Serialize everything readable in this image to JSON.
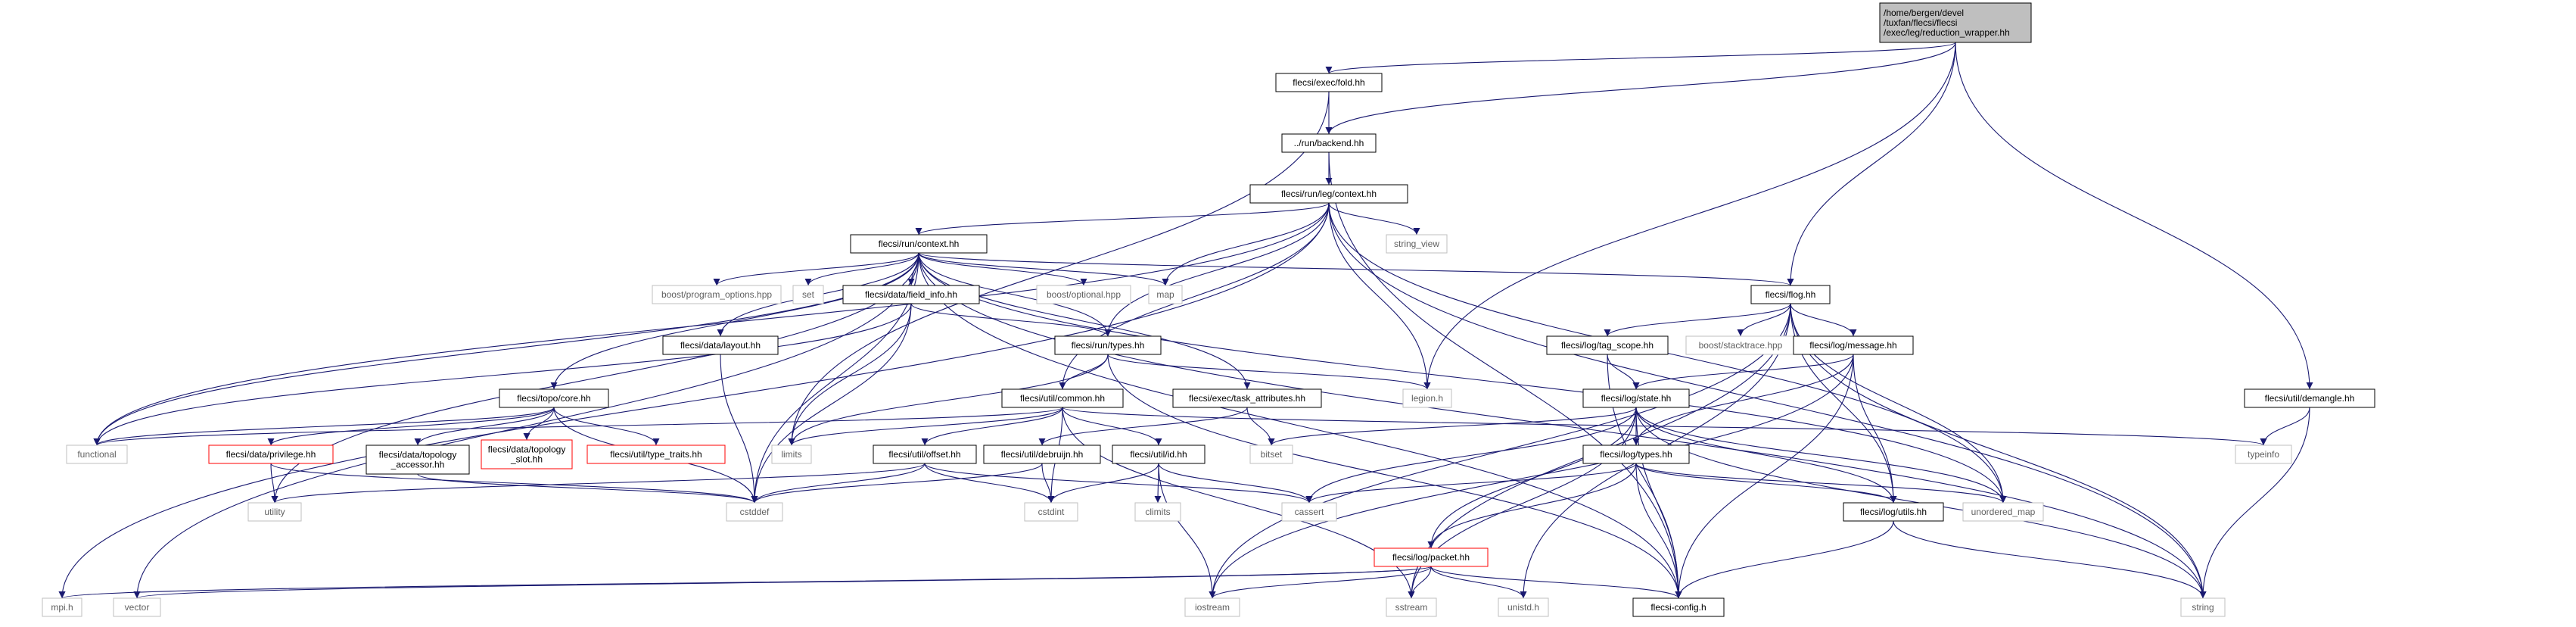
{
  "colors": {
    "edge": "#191970",
    "normal_border": "#000000",
    "missing_border": "#bfbfbf",
    "missing_text": "#606060",
    "truncated_border": "#ff0000",
    "root_fill": "#bfbfbf"
  },
  "nodes": [
    {
      "id": "root",
      "label": [
        "/home/bergen/devel",
        "/tuxfan/flecsi/flecsi",
        "/exec/leg/reduction_wrapper.hh"
      ],
      "kind": "root"
    },
    {
      "id": "fold",
      "label": [
        "flecsi/exec/fold.hh"
      ],
      "kind": "normal"
    },
    {
      "id": "backend",
      "label": [
        "../run/backend.hh"
      ],
      "kind": "normal"
    },
    {
      "id": "legctx",
      "label": [
        "flecsi/run/leg/context.hh"
      ],
      "kind": "normal"
    },
    {
      "id": "string_view",
      "label": [
        "string_view"
      ],
      "kind": "system"
    },
    {
      "id": "runctx",
      "label": [
        "flecsi/run/context.hh"
      ],
      "kind": "normal"
    },
    {
      "id": "boost_po",
      "label": [
        "boost/program_options.hpp"
      ],
      "kind": "system"
    },
    {
      "id": "set",
      "label": [
        "set"
      ],
      "kind": "system"
    },
    {
      "id": "field_info",
      "label": [
        "flecsi/data/field_info.hh"
      ],
      "kind": "normal"
    },
    {
      "id": "boost_opt",
      "label": [
        "boost/optional.hpp"
      ],
      "kind": "system"
    },
    {
      "id": "map",
      "label": [
        "map"
      ],
      "kind": "system"
    },
    {
      "id": "flog",
      "label": [
        "flecsi/flog.hh"
      ],
      "kind": "normal"
    },
    {
      "id": "layout",
      "label": [
        "flecsi/data/layout.hh"
      ],
      "kind": "normal"
    },
    {
      "id": "runtypes",
      "label": [
        "flecsi/run/types.hh"
      ],
      "kind": "normal"
    },
    {
      "id": "taskattr",
      "label": [
        "flecsi/exec/task_attributes.hh"
      ],
      "kind": "normal"
    },
    {
      "id": "legion",
      "label": [
        "legion.h"
      ],
      "kind": "system"
    },
    {
      "id": "tagscope",
      "label": [
        "flecsi/log/tag_scope.hh"
      ],
      "kind": "normal"
    },
    {
      "id": "stacktrace",
      "label": [
        "boost/stacktrace.hpp"
      ],
      "kind": "system"
    },
    {
      "id": "message",
      "label": [
        "flecsi/log/message.hh"
      ],
      "kind": "normal"
    },
    {
      "id": "demangle",
      "label": [
        "flecsi/util/demangle.hh"
      ],
      "kind": "normal"
    },
    {
      "id": "topocore",
      "label": [
        "flecsi/topo/core.hh"
      ],
      "kind": "normal"
    },
    {
      "id": "common",
      "label": [
        "flecsi/util/common.hh"
      ],
      "kind": "normal"
    },
    {
      "id": "state",
      "label": [
        "flecsi/log/state.hh"
      ],
      "kind": "normal"
    },
    {
      "id": "functional",
      "label": [
        "functional"
      ],
      "kind": "system"
    },
    {
      "id": "privilege",
      "label": [
        "flecsi/data/privilege.hh"
      ],
      "kind": "truncated"
    },
    {
      "id": "topoacc",
      "label": [
        "flecsi/data/topology",
        "_accessor.hh"
      ],
      "kind": "normal"
    },
    {
      "id": "toposlot",
      "label": [
        "flecsi/data/topology",
        "_slot.hh"
      ],
      "kind": "truncated"
    },
    {
      "id": "typetraits",
      "label": [
        "flecsi/util/type_traits.hh"
      ],
      "kind": "truncated"
    },
    {
      "id": "limits",
      "label": [
        "limits"
      ],
      "kind": "system"
    },
    {
      "id": "offset",
      "label": [
        "flecsi/util/offset.hh"
      ],
      "kind": "normal"
    },
    {
      "id": "debruijn",
      "label": [
        "flecsi/util/debruijn.hh"
      ],
      "kind": "normal"
    },
    {
      "id": "utilid",
      "label": [
        "flecsi/util/id.hh"
      ],
      "kind": "normal"
    },
    {
      "id": "bitset",
      "label": [
        "bitset"
      ],
      "kind": "system"
    },
    {
      "id": "logtypes",
      "label": [
        "flecsi/log/types.hh"
      ],
      "kind": "normal"
    },
    {
      "id": "typeinfo",
      "label": [
        "typeinfo"
      ],
      "kind": "system"
    },
    {
      "id": "utility",
      "label": [
        "utility"
      ],
      "kind": "system"
    },
    {
      "id": "cstddef",
      "label": [
        "cstddef"
      ],
      "kind": "system"
    },
    {
      "id": "cstdint",
      "label": [
        "cstdint"
      ],
      "kind": "system"
    },
    {
      "id": "climits",
      "label": [
        "climits"
      ],
      "kind": "system"
    },
    {
      "id": "cassert",
      "label": [
        "cassert"
      ],
      "kind": "system"
    },
    {
      "id": "logutils",
      "label": [
        "flecsi/log/utils.hh"
      ],
      "kind": "normal"
    },
    {
      "id": "unordered_map",
      "label": [
        "unordered_map"
      ],
      "kind": "system"
    },
    {
      "id": "packet",
      "label": [
        "flecsi/log/packet.hh"
      ],
      "kind": "truncated"
    },
    {
      "id": "mpi",
      "label": [
        "mpi.h"
      ],
      "kind": "system"
    },
    {
      "id": "vector",
      "label": [
        "vector"
      ],
      "kind": "system"
    },
    {
      "id": "iostream",
      "label": [
        "iostream"
      ],
      "kind": "system"
    },
    {
      "id": "sstream",
      "label": [
        "sstream"
      ],
      "kind": "system"
    },
    {
      "id": "unistd",
      "label": [
        "unistd.h"
      ],
      "kind": "system"
    },
    {
      "id": "config",
      "label": [
        "flecsi-config.h"
      ],
      "kind": "normal"
    },
    {
      "id": "string",
      "label": [
        "string"
      ],
      "kind": "system"
    }
  ],
  "edges": [
    [
      "root",
      "fold"
    ],
    [
      "root",
      "backend"
    ],
    [
      "root",
      "legion"
    ],
    [
      "root",
      "flog"
    ],
    [
      "root",
      "demangle"
    ],
    [
      "fold",
      "backend"
    ],
    [
      "fold",
      "limits"
    ],
    [
      "backend",
      "legctx"
    ],
    [
      "backend",
      "config"
    ],
    [
      "legctx",
      "runctx"
    ],
    [
      "legctx",
      "string_view"
    ],
    [
      "legctx",
      "map"
    ],
    [
      "legctx",
      "runtypes"
    ],
    [
      "legctx",
      "common"
    ],
    [
      "legctx",
      "legion"
    ],
    [
      "legctx",
      "mpi"
    ],
    [
      "legctx",
      "functional"
    ],
    [
      "legctx",
      "string"
    ],
    [
      "legctx",
      "unordered_map"
    ],
    [
      "runctx",
      "boost_po"
    ],
    [
      "runctx",
      "set"
    ],
    [
      "runctx",
      "field_info"
    ],
    [
      "runctx",
      "boost_opt"
    ],
    [
      "runctx",
      "map"
    ],
    [
      "runctx",
      "flog"
    ],
    [
      "runctx",
      "layout"
    ],
    [
      "runctx",
      "runtypes"
    ],
    [
      "runctx",
      "taskattr"
    ],
    [
      "runctx",
      "topocore"
    ],
    [
      "runctx",
      "functional"
    ],
    [
      "runctx",
      "cstddef"
    ],
    [
      "runctx",
      "vector"
    ],
    [
      "runctx",
      "utility"
    ],
    [
      "runctx",
      "config"
    ],
    [
      "runctx",
      "unordered_map"
    ],
    [
      "runctx",
      "string"
    ],
    [
      "field_info",
      "runtypes"
    ],
    [
      "field_info",
      "limits"
    ],
    [
      "field_info",
      "cstddef"
    ],
    [
      "field_info",
      "functional"
    ],
    [
      "flog",
      "tagscope"
    ],
    [
      "flog",
      "stacktrace"
    ],
    [
      "flog",
      "message"
    ],
    [
      "flog",
      "logutils"
    ],
    [
      "flog",
      "iostream"
    ],
    [
      "flog",
      "sstream"
    ],
    [
      "flog",
      "string"
    ],
    [
      "flog",
      "unordered_map"
    ],
    [
      "flog",
      "unistd"
    ],
    [
      "layout",
      "cstddef"
    ],
    [
      "runtypes",
      "common"
    ],
    [
      "runtypes",
      "legion"
    ],
    [
      "runtypes",
      "limits"
    ],
    [
      "runtypes",
      "config"
    ],
    [
      "taskattr",
      "bitset"
    ],
    [
      "taskattr",
      "debruijn"
    ],
    [
      "tagscope",
      "state"
    ],
    [
      "tagscope",
      "config"
    ],
    [
      "message",
      "state"
    ],
    [
      "message",
      "logtypes"
    ],
    [
      "message",
      "logutils"
    ],
    [
      "message",
      "config"
    ],
    [
      "message",
      "iostream"
    ],
    [
      "demangle",
      "typeinfo"
    ],
    [
      "demangle",
      "string"
    ],
    [
      "topocore",
      "privilege"
    ],
    [
      "topocore",
      "topoacc"
    ],
    [
      "topocore",
      "toposlot"
    ],
    [
      "topocore",
      "typetraits"
    ],
    [
      "topocore",
      "functional"
    ],
    [
      "topocore",
      "cstddef"
    ],
    [
      "common",
      "offset"
    ],
    [
      "common",
      "utilid"
    ],
    [
      "common",
      "limits"
    ],
    [
      "common",
      "functional"
    ],
    [
      "common",
      "cstdint"
    ],
    [
      "common",
      "sstream"
    ],
    [
      "common",
      "typeinfo"
    ],
    [
      "state",
      "logtypes"
    ],
    [
      "state",
      "packet"
    ],
    [
      "state",
      "logutils"
    ],
    [
      "state",
      "bitset"
    ],
    [
      "state",
      "cassert"
    ],
    [
      "state",
      "config"
    ],
    [
      "state",
      "sstream"
    ],
    [
      "state",
      "unordered_map"
    ],
    [
      "state",
      "string"
    ],
    [
      "privilege",
      "utility"
    ],
    [
      "privilege",
      "cstddef"
    ],
    [
      "topoacc",
      "cstddef"
    ],
    [
      "offset",
      "utility"
    ],
    [
      "offset",
      "cstddef"
    ],
    [
      "offset",
      "cstdint"
    ],
    [
      "offset",
      "cassert"
    ],
    [
      "debruijn",
      "cstddef"
    ],
    [
      "debruijn",
      "cstdint"
    ],
    [
      "utilid",
      "climits"
    ],
    [
      "utilid",
      "cassert"
    ],
    [
      "utilid",
      "cstdint"
    ],
    [
      "utilid",
      "iostream"
    ],
    [
      "logtypes",
      "packet"
    ],
    [
      "logtypes",
      "logutils"
    ],
    [
      "logtypes",
      "cassert"
    ],
    [
      "logtypes",
      "config"
    ],
    [
      "logtypes",
      "unordered_map"
    ],
    [
      "logutils",
      "config"
    ],
    [
      "logutils",
      "string"
    ],
    [
      "packet",
      "mpi"
    ],
    [
      "packet",
      "vector"
    ],
    [
      "packet",
      "iostream"
    ],
    [
      "packet",
      "sstream"
    ],
    [
      "packet",
      "unistd"
    ],
    [
      "packet",
      "config"
    ]
  ]
}
